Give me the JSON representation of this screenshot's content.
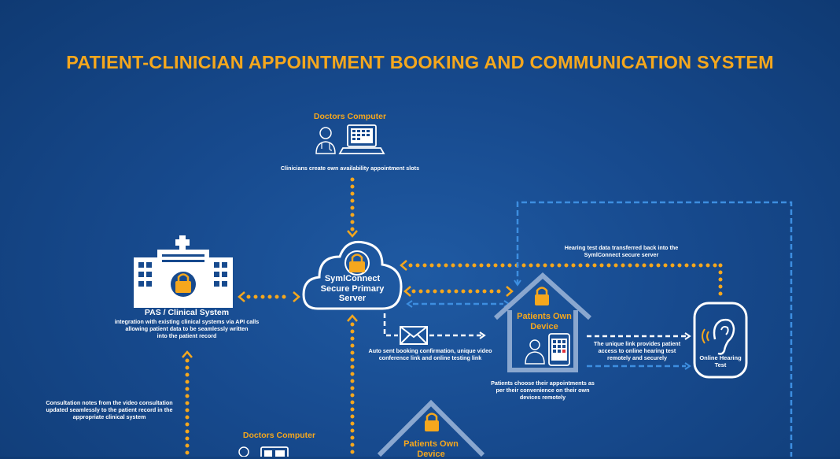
{
  "title": "PATIENT-CLINICIAN APPOINTMENT BOOKING AND COMMUNICATION SYSTEM",
  "doctors_computer_top": {
    "label": "Doctors Computer",
    "caption": "Clinicians create own availability appointment slots"
  },
  "server": {
    "line1": "SymlConnect",
    "line2": "Secure Primary",
    "line3": "Server"
  },
  "pas": {
    "title": "PAS / Clinical System",
    "caption_line1": "integration with existing clinical systems via API calls",
    "caption_line2": "allowing patient data to be seamlessly written",
    "caption_line3": "into the patient record"
  },
  "patients_device_right": {
    "line1": "Patients Own",
    "line2": "Device",
    "caption_line1": "Patients choose their appointments as",
    "caption_line2": "per their convenience on their own",
    "caption_line3": "devices remotely"
  },
  "hearing_transfer": {
    "line1": "Hearing test data transferred back into the",
    "line2": "SymlConnect secure server"
  },
  "booking_confirmation": {
    "line1": "Auto sent booking confirmation, unique video",
    "line2": "conference link and online testing link"
  },
  "unique_link": {
    "line1": "The unique link provides patient",
    "line2": "access to online hearing test",
    "line3": "remotely and securely"
  },
  "online_hearing": {
    "line1": "Online Hearing",
    "line2": "Test"
  },
  "consultation_notes": {
    "line1": "Consultation notes from the video consultation",
    "line2": "updated seamlessly to the patient record in the",
    "line3": "appropriate clinical system"
  },
  "doctors_computer_bottom": {
    "label": "Doctors Computer"
  },
  "patients_device_bottom": {
    "line1": "Patients Own",
    "line2": "Device"
  },
  "colors": {
    "background": "#174a8e",
    "accent": "#f5a71d",
    "dashed_blue": "#3d8ee0",
    "white": "#ffffff"
  }
}
